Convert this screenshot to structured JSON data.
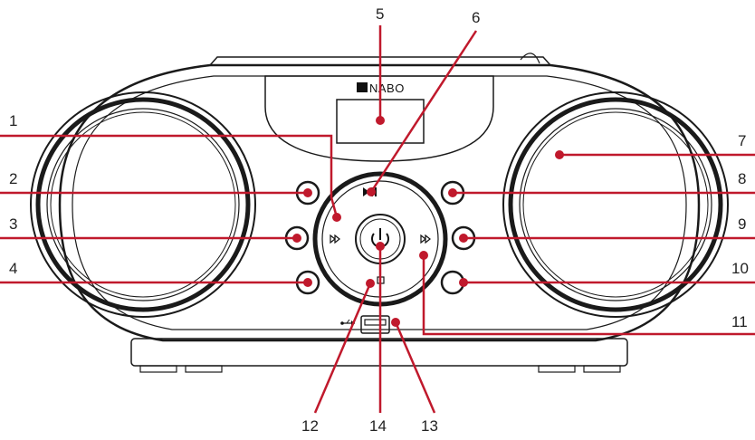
{
  "brand": "NABO",
  "colors": {
    "callout": "#c0192c",
    "outline": "#1a1a1a",
    "background": "#ffffff"
  },
  "icons": {
    "play_pause": "play-pause-icon",
    "rewind": "rewind-icon",
    "fast_forward": "fast-forward-icon",
    "power": "power-icon",
    "stop": "stop-icon",
    "usb": "usb-icon"
  },
  "callouts": [
    {
      "id": "1",
      "label": "1"
    },
    {
      "id": "2",
      "label": "2"
    },
    {
      "id": "3",
      "label": "3"
    },
    {
      "id": "4",
      "label": "4"
    },
    {
      "id": "5",
      "label": "5"
    },
    {
      "id": "6",
      "label": "6"
    },
    {
      "id": "7",
      "label": "7"
    },
    {
      "id": "8",
      "label": "8"
    },
    {
      "id": "9",
      "label": "9"
    },
    {
      "id": "10",
      "label": "10"
    },
    {
      "id": "11",
      "label": "11"
    },
    {
      "id": "12",
      "label": "12"
    },
    {
      "id": "13",
      "label": "13"
    },
    {
      "id": "14",
      "label": "14"
    }
  ]
}
